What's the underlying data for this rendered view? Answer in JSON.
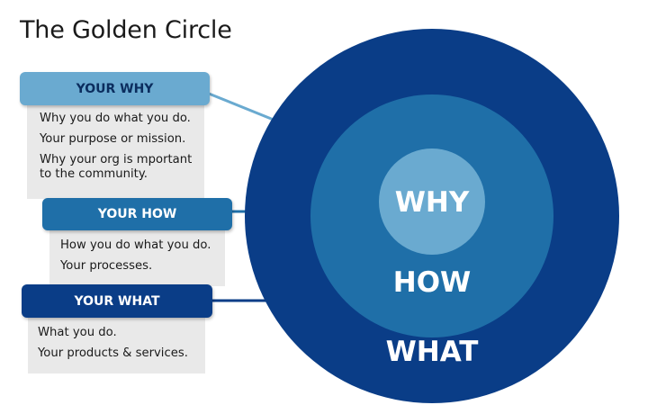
{
  "title": "The Golden Circle",
  "colors": {
    "why": "#6aaad0",
    "how": "#1f6fa8",
    "what": "#0a3d87",
    "panel_bg": "#e9e9e9",
    "connector_why": "#6aaad0",
    "connector_how": "#1f6fa8",
    "connector_what": "#0a3d87"
  },
  "circle_labels": {
    "why": "WHY",
    "how": "HOW",
    "what": "WHAT"
  },
  "sections": {
    "why": {
      "header": "YOUR WHY",
      "items": [
        "Why you do what you do.",
        "Your purpose or mission.",
        "Why your org is mportant to the community."
      ]
    },
    "how": {
      "header": "YOUR HOW",
      "items": [
        "How you do what you do.",
        "Your processes."
      ]
    },
    "what": {
      "header": "YOUR WHAT",
      "items": [
        "What you do.",
        "Your products & services."
      ]
    }
  }
}
